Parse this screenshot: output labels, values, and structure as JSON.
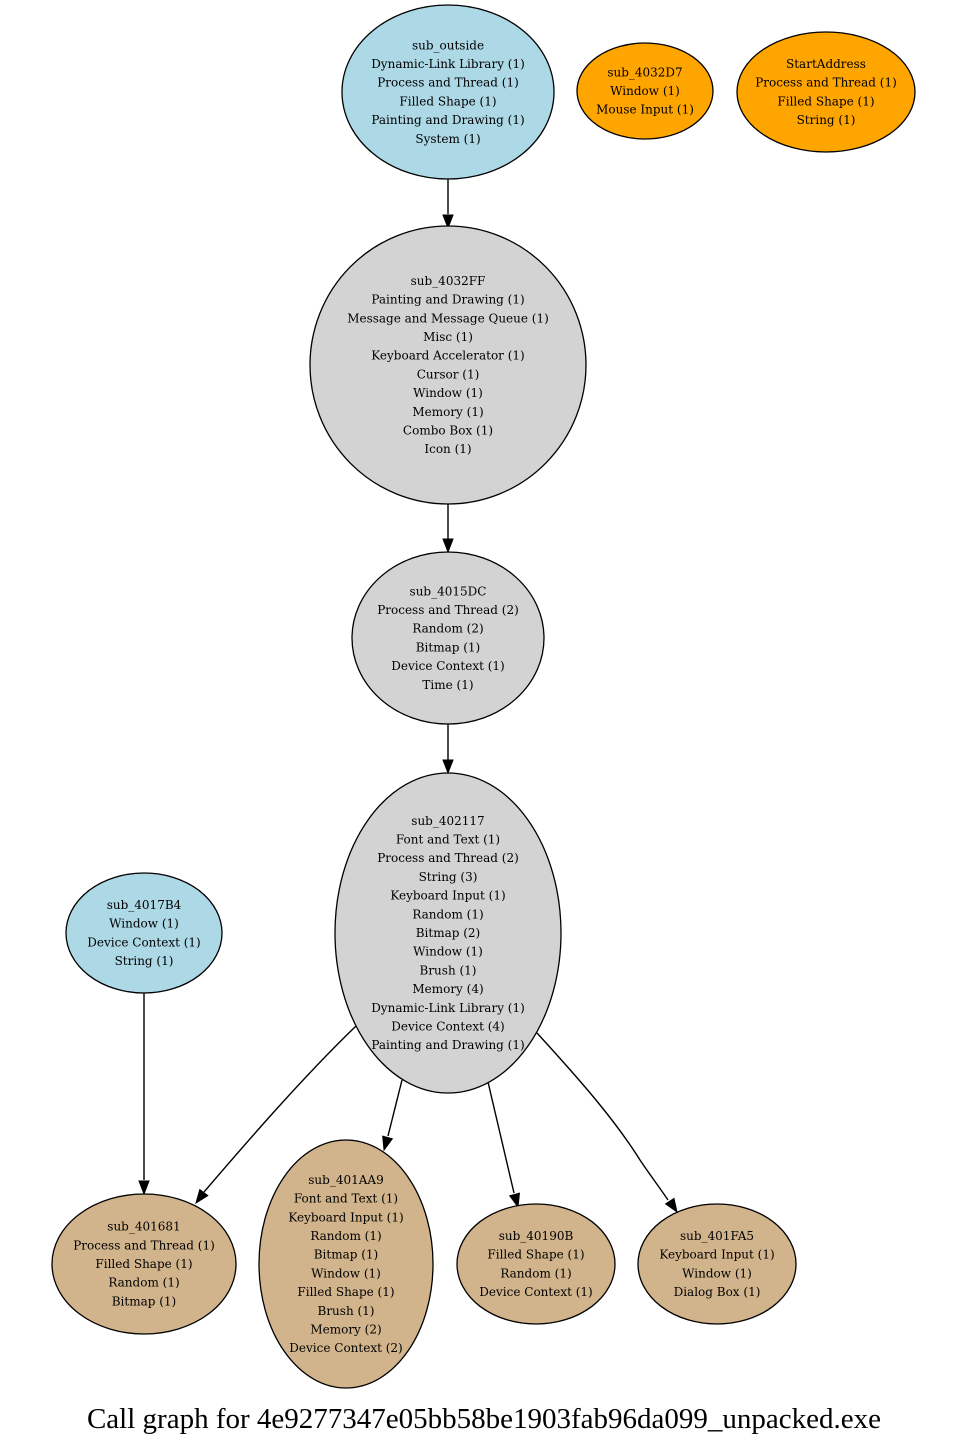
{
  "caption": "Call graph for 4e9277347e05bb58be1903fab96da099_unpacked.exe",
  "colors": {
    "lightblue": "#add8e6",
    "orange": "#ffa500",
    "lightgray": "#d3d3d3",
    "tan": "#d2b48c"
  },
  "nodes": [
    {
      "id": "sub_outside",
      "color": "lightblue",
      "lines": [
        "sub_outside",
        "Dynamic-Link Library (1)",
        "Process and Thread (1)",
        "Filled Shape (1)",
        "Painting and Drawing (1)",
        "System (1)"
      ]
    },
    {
      "id": "sub_4032D7",
      "color": "orange",
      "lines": [
        "sub_4032D7",
        "Window (1)",
        "Mouse Input (1)"
      ]
    },
    {
      "id": "StartAddress",
      "color": "orange",
      "lines": [
        "StartAddress",
        "Process and Thread (1)",
        "Filled Shape (1)",
        "String (1)"
      ]
    },
    {
      "id": "sub_4032FF",
      "color": "lightgray",
      "lines": [
        "sub_4032FF",
        "Painting and Drawing (1)",
        "Message and Message Queue (1)",
        "Misc (1)",
        "Keyboard Accelerator (1)",
        "Cursor (1)",
        "Window (1)",
        "Memory (1)",
        "Combo Box (1)",
        "Icon (1)"
      ]
    },
    {
      "id": "sub_4015DC",
      "color": "lightgray",
      "lines": [
        "sub_4015DC",
        "Process and Thread (2)",
        "Random (2)",
        "Bitmap (1)",
        "Device Context (1)",
        "Time (1)"
      ]
    },
    {
      "id": "sub_402117",
      "color": "lightgray",
      "lines": [
        "sub_402117",
        "Font and Text (1)",
        "Process and Thread (2)",
        "String (3)",
        "Keyboard Input (1)",
        "Random (1)",
        "Bitmap (2)",
        "Window (1)",
        "Brush (1)",
        "Memory (4)",
        "Dynamic-Link Library (1)",
        "Device Context (4)",
        "Painting and Drawing (1)"
      ]
    },
    {
      "id": "sub_4017B4",
      "color": "lightblue",
      "lines": [
        "sub_4017B4",
        "Window (1)",
        "Device Context (1)",
        "String (1)"
      ]
    },
    {
      "id": "sub_401681",
      "color": "tan",
      "lines": [
        "sub_401681",
        "Process and Thread (1)",
        "Filled Shape (1)",
        "Random (1)",
        "Bitmap (1)"
      ]
    },
    {
      "id": "sub_401AA9",
      "color": "tan",
      "lines": [
        "sub_401AA9",
        "Font and Text (1)",
        "Keyboard Input (1)",
        "Random (1)",
        "Bitmap (1)",
        "Window (1)",
        "Filled Shape (1)",
        "Brush (1)",
        "Memory (2)",
        "Device Context (2)"
      ]
    },
    {
      "id": "sub_40190B",
      "color": "tan",
      "lines": [
        "sub_40190B",
        "Filled Shape (1)",
        "Random (1)",
        "Device Context (1)"
      ]
    },
    {
      "id": "sub_401FA5",
      "color": "tan",
      "lines": [
        "sub_401FA5",
        "Keyboard Input (1)",
        "Window (1)",
        "Dialog Box (1)"
      ]
    }
  ],
  "edges": [
    {
      "from": "sub_outside",
      "to": "sub_4032FF"
    },
    {
      "from": "sub_4032FF",
      "to": "sub_4015DC"
    },
    {
      "from": "sub_4015DC",
      "to": "sub_402117"
    },
    {
      "from": "sub_4017B4",
      "to": "sub_401681"
    },
    {
      "from": "sub_402117",
      "to": "sub_401681"
    },
    {
      "from": "sub_402117",
      "to": "sub_401AA9"
    },
    {
      "from": "sub_402117",
      "to": "sub_40190B"
    },
    {
      "from": "sub_402117",
      "to": "sub_401FA5"
    }
  ]
}
